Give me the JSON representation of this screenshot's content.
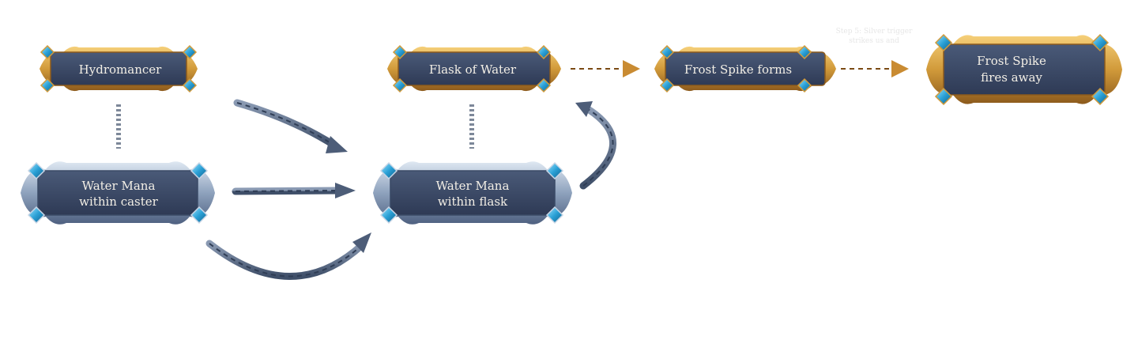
{
  "colors": {
    "panel_fill": "#3c4a66",
    "panel_fill_dark": "#2b3650",
    "gold": "#d19a3a",
    "gold_light": "#f0c66a",
    "silver": "#5f7290",
    "silver_light": "#c9d6e6",
    "gem": "#31a8d8",
    "arrow_dark": "#556680",
    "arrow_gold": "#c98b32",
    "connector": "#7d8899"
  },
  "nodes": {
    "hydromancer": {
      "lines": [
        "Hydromancer"
      ],
      "frame": "gold"
    },
    "flask_of_water": {
      "lines": [
        "Flask of Water"
      ],
      "frame": "gold"
    },
    "frost_spike_forms": {
      "lines": [
        "Frost Spike forms"
      ],
      "frame": "gold"
    },
    "frost_spike_fires": {
      "lines": [
        "Frost Spike",
        "fires away"
      ],
      "frame": "gold"
    },
    "water_mana_caster": {
      "lines": [
        "Water Mana",
        "within caster"
      ],
      "frame": "silver"
    },
    "water_mana_flask": {
      "lines": [
        "Water Mana",
        "within flask"
      ],
      "frame": "silver"
    }
  },
  "faint_note": {
    "lines": [
      "Step 5: Silver trigger",
      "strikes us and"
    ]
  },
  "arrows": [
    {
      "from": "water_mana_caster",
      "to": "water_mana_flask",
      "style": "twisted-dark"
    },
    {
      "from": "water_mana_flask",
      "to": "flask_of_water",
      "style": "twisted-dark"
    },
    {
      "from": "flask_of_water",
      "to": "frost_spike_forms",
      "style": "twisted-gold"
    },
    {
      "from": "frost_spike_forms",
      "to": "frost_spike_fires",
      "style": "twisted-gold"
    }
  ],
  "connectors": [
    {
      "from": "hydromancer",
      "to": "water_mana_caster",
      "style": "dotted"
    },
    {
      "from": "flask_of_water",
      "to": "water_mana_flask",
      "style": "dotted"
    }
  ]
}
